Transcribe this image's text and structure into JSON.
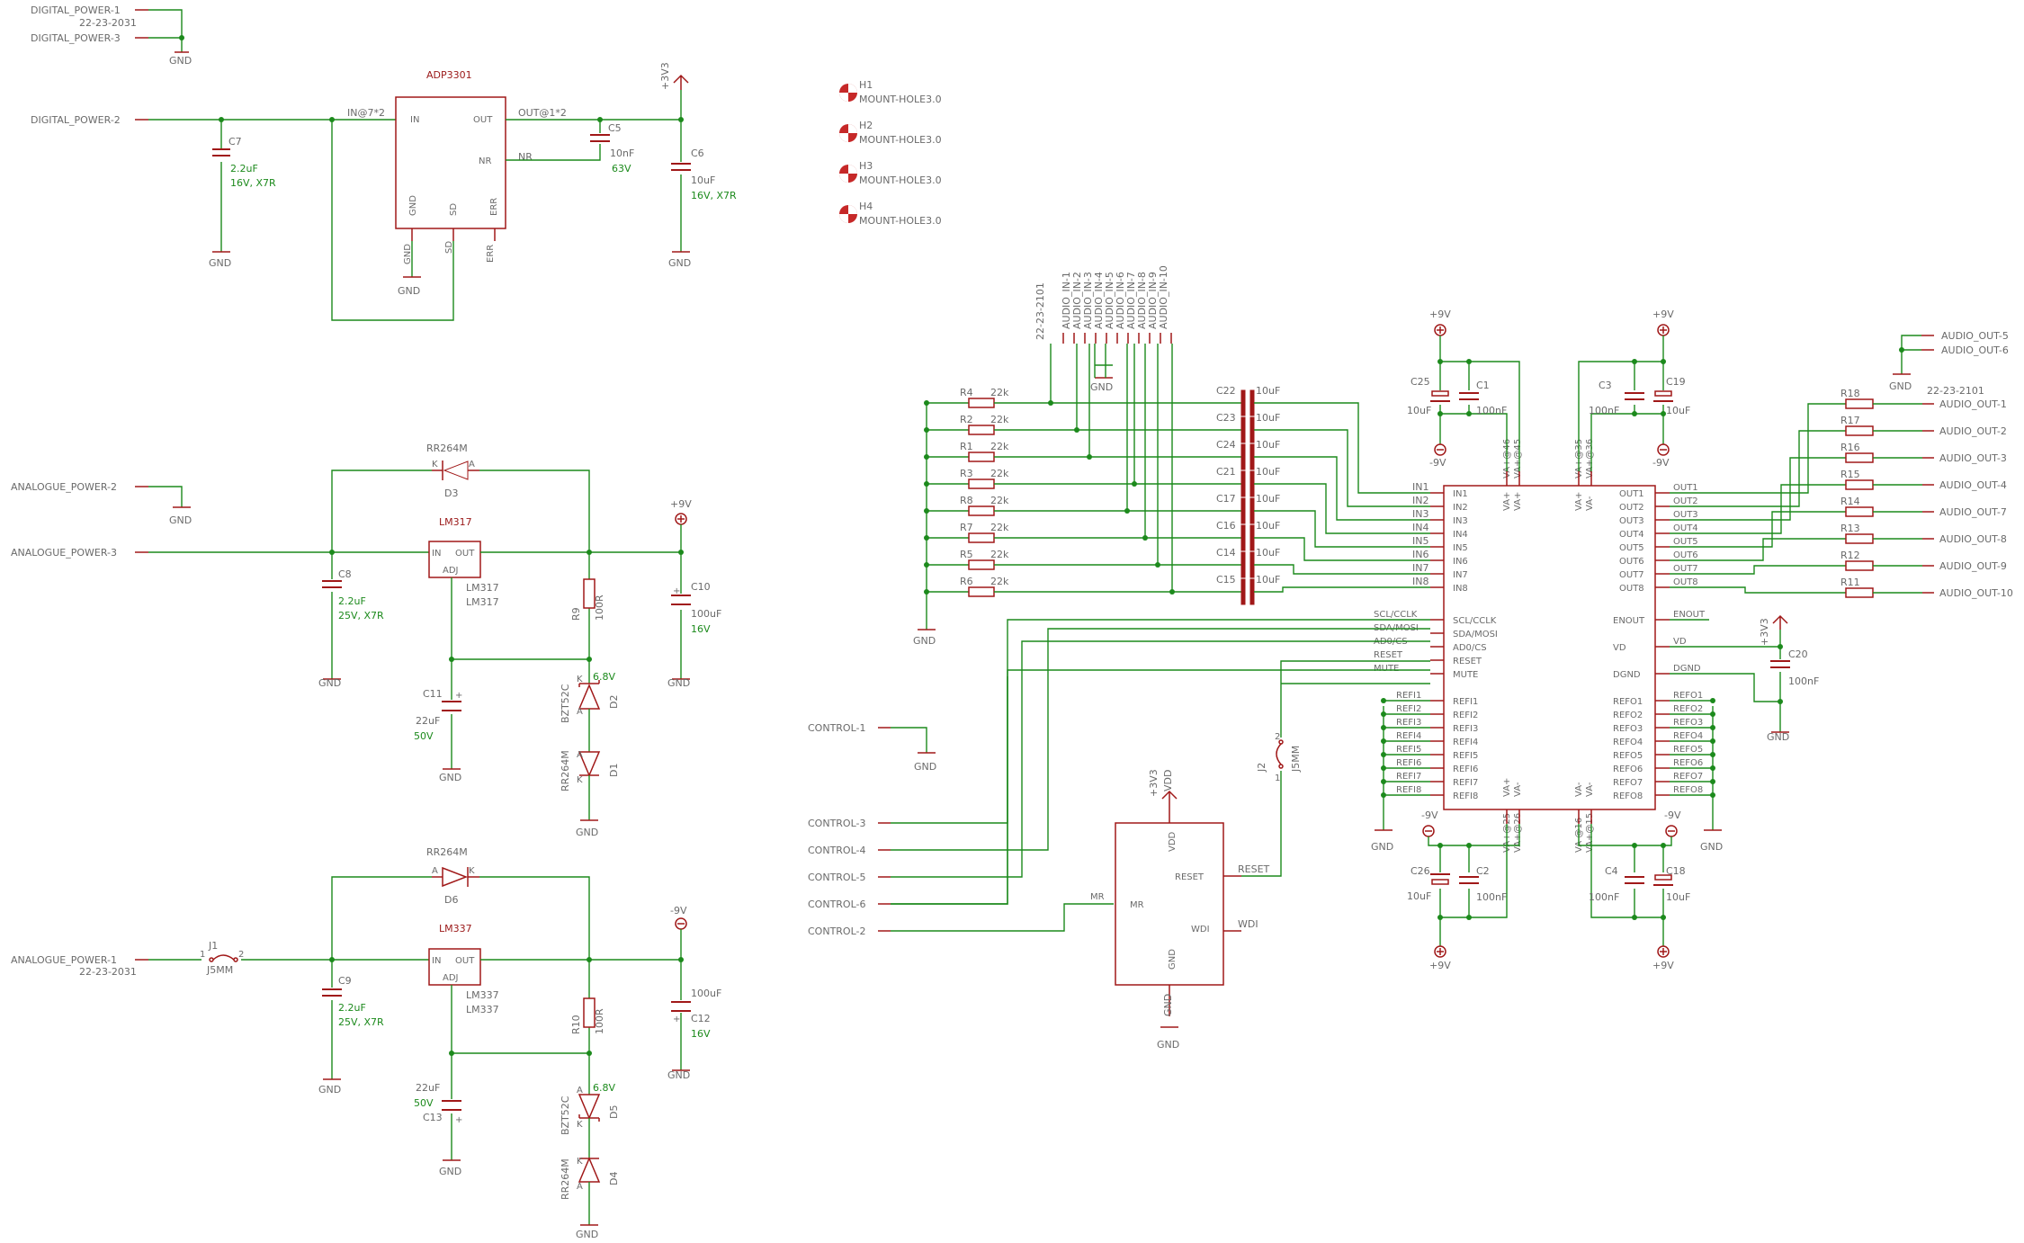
{
  "power_section": {
    "dp1": "DIGITAL_POWER-1",
    "dp_conn": "22-23-2031",
    "dp3": "DIGITAL_POWER-3",
    "dp2": "DIGITAL_POWER-2",
    "adp": "ADP3301",
    "in_pin": "IN@7*2",
    "out_pin": "OUT@1*2",
    "p_in": "IN",
    "p_out": "OUT",
    "p_nr": "NR",
    "p_gnd": "GND",
    "p_sd": "SD",
    "p_err": "ERR",
    "nr_net": "NR",
    "gnd_pin": "GND",
    "sd_net": "SD",
    "err_net": "ERR",
    "c7": "C7",
    "c7_val": "2.2uF",
    "c7_rating": "16V, X7R",
    "c5": "C5",
    "c5_val": "10nF",
    "c5_v": "63V",
    "c6": "C6",
    "c6_val": "10uF",
    "c6_rating": "16V, X7R",
    "v33": "+3V3",
    "gnd": "GND"
  },
  "analogue_pos": {
    "ap2": "ANALOGUE_POWER-2",
    "ap3": "ANALOGUE_POWER-3",
    "d3_part": "RR264M",
    "d3": "D3",
    "k": "K",
    "a": "A",
    "lm": "LM317",
    "lm_val1": "LM317",
    "lm_val2": "LM317",
    "in": "IN",
    "out": "OUT",
    "adj": "ADJ",
    "c8": "C8",
    "c8_val": "2.2uF",
    "c8_rating": "25V, X7R",
    "r9": "R9",
    "r9_val": "100R",
    "c10": "C10",
    "c10_val": "100uF",
    "c10_v": "16V",
    "c11": "C11",
    "c11_val": "22uF",
    "c11_v": "50V",
    "zener": "BZT52C",
    "zener_v": "6.8V",
    "d2": "D2",
    "d1": "D1",
    "d1_part": "RR264M",
    "p9v": "+9V",
    "gnd": "GND"
  },
  "analogue_neg": {
    "ap1": "ANALOGUE_POWER-1",
    "ap_conn": "22-23-2031",
    "j1": "J1",
    "j1_val": "J5MM",
    "pin1": "1",
    "pin2": "2",
    "d6_part": "RR264M",
    "d6": "D6",
    "a": "A",
    "k": "K",
    "lm": "LM337",
    "lm_val1": "LM337",
    "lm_val2": "LM337",
    "in": "IN",
    "out": "OUT",
    "adj": "ADJ",
    "c9": "C9",
    "c9_val": "2.2uF",
    "c9_rating": "25V, X7R",
    "r10": "R10",
    "r10_val": "100R",
    "c12": "C12",
    "c12_val": "100uF",
    "c12_v": "16V",
    "c13": "C13",
    "c13_val": "22uF",
    "c13_v": "50V",
    "zener": "BZT52C",
    "zener_v": "6.8V",
    "d5": "D5",
    "d4": "D4",
    "d4_part": "RR264M",
    "n9v": "-9V",
    "gnd": "GND"
  },
  "mount_holes": [
    {
      "ref": "H1",
      "val": "MOUNT-HOLE3.0"
    },
    {
      "ref": "H2",
      "val": "MOUNT-HOLE3.0"
    },
    {
      "ref": "H3",
      "val": "MOUNT-HOLE3.0"
    },
    {
      "ref": "H4",
      "val": "MOUNT-HOLE3.0"
    }
  ],
  "audio_in": {
    "conn": "22-23-2101",
    "pins": [
      "AUDIO_IN-1",
      "AUDIO_IN-2",
      "AUDIO_IN-3",
      "AUDIO_IN-4",
      "AUDIO_IN-5",
      "AUDIO_IN-6",
      "AUDIO_IN-7",
      "AUDIO_IN-8",
      "AUDIO_IN-9",
      "AUDIO_IN-10"
    ],
    "gnd": "GND"
  },
  "input_rows": [
    {
      "r": "R4",
      "rv": "22k",
      "c": "C22",
      "cv": "10uF",
      "net": "IN1"
    },
    {
      "r": "R2",
      "rv": "22k",
      "c": "C23",
      "cv": "10uF",
      "net": "IN2"
    },
    {
      "r": "R1",
      "rv": "22k",
      "c": "C24",
      "cv": "10uF",
      "net": "IN3"
    },
    {
      "r": "R3",
      "rv": "22k",
      "c": "C21",
      "cv": "10uF",
      "net": "IN4"
    },
    {
      "r": "R8",
      "rv": "22k",
      "c": "C17",
      "cv": "10uF",
      "net": "IN5"
    },
    {
      "r": "R7",
      "rv": "22k",
      "c": "C16",
      "cv": "10uF",
      "net": "IN6"
    },
    {
      "r": "R5",
      "rv": "22k",
      "c": "C14",
      "cv": "10uF",
      "net": "IN7"
    },
    {
      "r": "R6",
      "rv": "22k",
      "c": "C15",
      "cv": "10uF",
      "net": "IN8"
    }
  ],
  "output_rows": [
    {
      "r": "R18",
      "net": "OUT1",
      "label": "AUDIO_OUT-1"
    },
    {
      "r": "R17",
      "net": "OUT2",
      "label": "AUDIO_OUT-2"
    },
    {
      "r": "R16",
      "net": "OUT3",
      "label": "AUDIO_OUT-3"
    },
    {
      "r": "R15",
      "net": "OUT4",
      "label": "AUDIO_OUT-4"
    },
    {
      "r": "R14",
      "net": "OUT5",
      "label": "AUDIO_OUT-7"
    },
    {
      "r": "R13",
      "net": "OUT6",
      "label": "AUDIO_OUT-8"
    },
    {
      "r": "R12",
      "net": "OUT7",
      "label": "AUDIO_OUT-9"
    },
    {
      "r": "R11",
      "net": "OUT8",
      "label": "AUDIO_OUT-10"
    }
  ],
  "audio_out": {
    "conn": "22-23-2101",
    "out5": "AUDIO_OUT-5",
    "out6": "AUDIO_OUT-6",
    "gnd": "GND"
  },
  "codec": {
    "left_pins": [
      "IN1",
      "IN2",
      "IN3",
      "IN4",
      "IN5",
      "IN6",
      "IN7",
      "IN8"
    ],
    "ctrl_pins": [
      "SCL/CCLK",
      "SDA/MOSI",
      "AD0/CS",
      "RESET",
      "MUTE"
    ],
    "ctrl_nets": [
      "SCL/CCLK",
      "SDA/MOSI",
      "AD0/CS",
      "RESET",
      "MUTE"
    ],
    "refi": [
      "REFI1",
      "REFI2",
      "REFI3",
      "REFI4",
      "REFI5",
      "REFI6",
      "REFI7",
      "REFI8"
    ],
    "right_pins": [
      "OUT1",
      "OUT2",
      "OUT3",
      "OUT4",
      "OUT5",
      "OUT6",
      "OUT7",
      "OUT8"
    ],
    "enout": "ENOUT",
    "vd": "VD",
    "dgnd": "DGND",
    "refo": [
      "REFO1",
      "REFO2",
      "REFO3",
      "REFO4",
      "REFO5",
      "REFO6",
      "REFO7",
      "REFO8"
    ],
    "right_nets": [
      "OUT1",
      "OUT2",
      "OUT3",
      "OUT4",
      "OUT5",
      "OUT6",
      "OUT7",
      "OUT8"
    ],
    "enout_net": "ENOUT",
    "vd_net": "VD",
    "dgnd_net": "DGND",
    "top_pins": [
      "VA+@46",
      "VA+@45",
      "VA+@35",
      "VA+@36"
    ],
    "top_inner": [
      "VA+",
      "VA+",
      "VA+",
      "VA-"
    ],
    "bot_pins": [
      "VA+@25",
      "VA+@26",
      "VA-@16",
      "VA+@15"
    ],
    "bot_inner": [
      "VA+",
      "VA-",
      "VA-",
      "VA-"
    ]
  },
  "decoupling": {
    "c25": "C25",
    "c25_val": "10uF",
    "c1": "C1",
    "c1_val": "100nF",
    "c3": "C3",
    "c3_val": "100nF",
    "c19": "C19",
    "c19_val": "10uF",
    "c26": "C26",
    "c26_val": "10uF",
    "c2": "C2",
    "c2_val": "100nF",
    "c4": "C4",
    "c4_val": "100nF",
    "c18": "C18",
    "c18_val": "10uF",
    "c20": "C20",
    "c20_val": "100nF",
    "p9v": "+9V",
    "n9v": "-9V",
    "v33": "+3V3",
    "gnd": "GND"
  },
  "control": {
    "c1": "CONTROL-1",
    "c3": "CONTROL-3",
    "c4": "CONTROL-4",
    "c5": "CONTROL-5",
    "c6": "CONTROL-6",
    "c2": "CONTROL-2",
    "gnd": "GND"
  },
  "supervisor": {
    "vdd": "VDD",
    "reset": "RESET",
    "mr": "MR",
    "wdi": "WDI",
    "gnd_pin": "GND",
    "reset_net": "RESET",
    "mr_net": "MR",
    "wdi_net": "WDI",
    "v33": "+3V3",
    "gnd": "GND",
    "j2": "J2",
    "j2_val": "J5MM",
    "pin1": "1",
    "pin2": "2"
  }
}
